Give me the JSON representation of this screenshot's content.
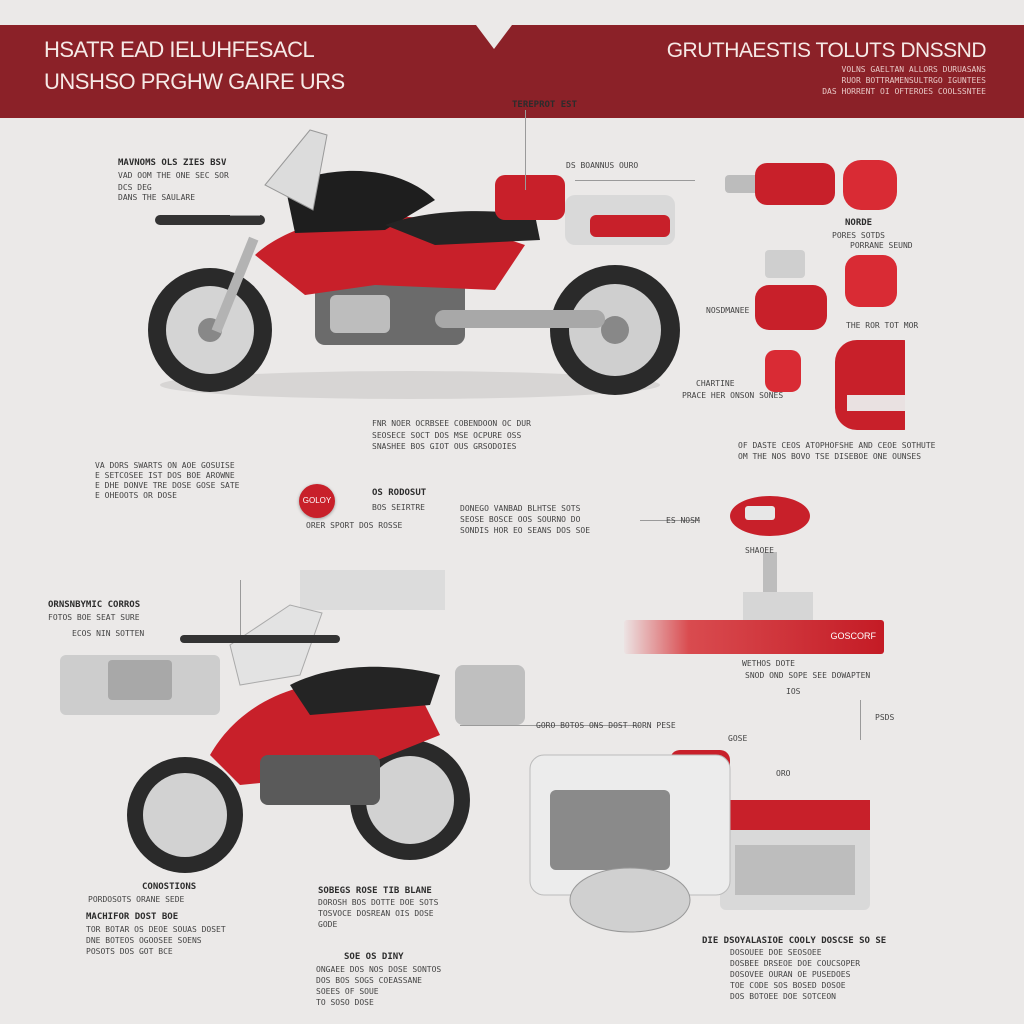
{
  "header": {
    "title_line1": "HSATR EAD IELUHFESACL",
    "title_line2": "UNSHSO PRGHW GAIRE URS",
    "right_title": "GRUTHAESTIS TOLUTS DNSSND",
    "right_sub1": "VOLNS GAELTAN ALLORS DURUASANS",
    "right_sub2": "RUOR BOTTRAMENSULTRGO IGUNTEES",
    "right_sub3": "DAS HORRENT OI OFTEROES COOLSSNTEE"
  },
  "labels": {
    "top_center": "TEREPROT EST",
    "upper_left_1": "MAVNOMS OLS ZIES BSV",
    "upper_left_2": "VAD OOM THE ONE SEC SOR",
    "upper_left_3": "DCS DEG",
    "upper_left_4": "DANS THE SAULARE",
    "upper_mid": "DS BOANNUS OURO",
    "side_1": "NORDE",
    "side_2": "PORES SOTDS",
    "side_3": "PORRANE SEUND",
    "side_4": "NOSDMANEE",
    "side_5": "THE ROR TOT MOR",
    "side_6": "CHARTINE",
    "side_7": "PRACE HER ONSON SONES",
    "mid_1": "FNR NOER OCRBSEE COBENDOON OC DUR",
    "mid_2": "SEOSECE SOCT DOS MSE OCPURE OSS",
    "mid_3": "SNASHEE BOS GIOT OUS GRSODOIES",
    "right_mid_1": "OF DASTE CEOS ATOPHOFSHE AND CEOE SOTHUTE",
    "right_mid_2": "OM THE NOS BOVO TSE DISEBOE ONE OUNSES",
    "left_mid_1": "VA DORS SWARTS ON AOE GOSUISE",
    "left_mid_2": "E SETCOSEE IST DOS BOE AROWNE",
    "left_mid_3": "E DHE DONVE TRE DOSE GOSE SATE",
    "left_mid_4": "E OHEOOTS OR DOSE",
    "badge_text": "GOLOY",
    "badge_title": "OS RODOSUT",
    "badge_sub1": "BOS SEIRTRE",
    "badge_sub2": "ORER SPORT DOS ROSSE",
    "center_mid_1": "DONEGO VANBAD BLHTSE SOTS",
    "center_mid_2": "SEOSE BOSCE OOS SOURNO DO",
    "center_mid_3": "SONDIS HOR EO SEANS DOS SOE",
    "right_small_1": "ES NOSM",
    "right_small_2": "SHAOEE",
    "bar_text": "GOSCORF",
    "lower_left_1": "ORNSNBYMIC CORROS",
    "lower_left_2": "FOTOS BOE SEAT SURE",
    "lower_left_3": "ECOS NIN SOTTEN",
    "lower_right_1": "WETHOS DOTE",
    "lower_right_2": "SNOD OND SOPE SEE DOWAPTEN",
    "lower_right_3": "IOS",
    "lower_right_4": "PSDS",
    "lower_right_5": "GOSE",
    "lower_right_6": "ORO",
    "lower_mid_1": "GORO BOTOS ONS DOST RORN PESE",
    "bottom_left_1": "CONOSTIONS",
    "bottom_left_2": "PORDOSOTS ORANE SEDE",
    "bottom_left_3": "MACHIFOR DOST BOE",
    "bottom_left_4": "TOR BOTAR OS DEOE SOUAS DOSET",
    "bottom_left_5": "DNE BOTEOS OGOOSEE SOENS",
    "bottom_left_6": "POSOTS DOS GOT BCE",
    "bottom_mid_1": "SOBEGS ROSE TIB BLANE",
    "bottom_mid_2": "DOROSH BOS DOTTE DOE SOTS",
    "bottom_mid_3": "TOSVOCE DOSREAN OIS DOSE",
    "bottom_mid_4": "GODE",
    "bottom_center_1": "SOE OS DINY",
    "bottom_center_2": "ONGAEE DOS NOS DOSE SONTOS",
    "bottom_center_3": "DOS BOS SOGS COEASSANE",
    "bottom_center_4": "SOEES OF SOUE",
    "bottom_center_5": "TO SOSO DOSE",
    "bottom_right_1": "DIE DSOYALASIOE COOLY DOSCSE SO SE",
    "bottom_right_2": "DOSOUEE DOE SEOSOEE",
    "bottom_right_3": "DOSBEE DRSEOE DOE COUCSOPER",
    "bottom_right_4": "DOSOVEE OURAN OE PUSEDOES",
    "bottom_right_5": "TOE CODE SOS BOSED DOSOE",
    "bottom_right_6": "DOS BOTOEE DOE SOTCEON"
  },
  "colors": {
    "header": "#8b2128",
    "accent": "#c8202a",
    "background": "#ebe9e8"
  }
}
